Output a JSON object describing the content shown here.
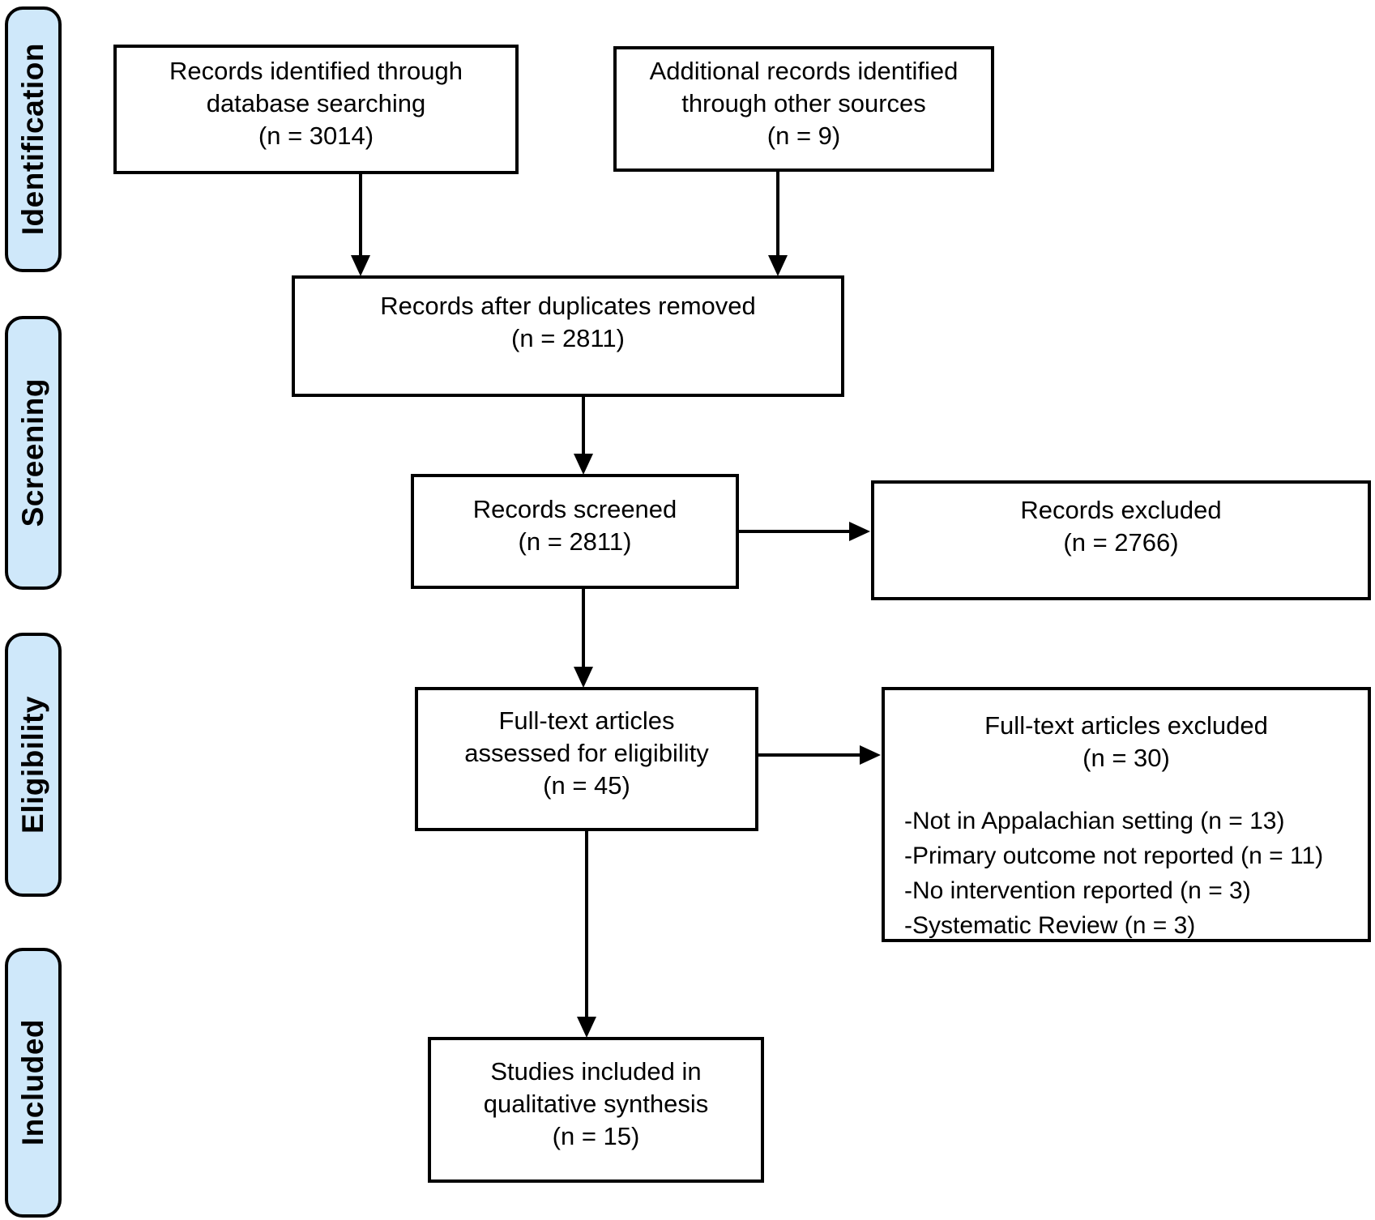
{
  "stages": [
    {
      "id": "identification",
      "label": "Identification"
    },
    {
      "id": "screening",
      "label": "Screening"
    },
    {
      "id": "eligibility",
      "label": "Eligibility"
    },
    {
      "id": "included",
      "label": "Included"
    }
  ],
  "boxes": {
    "identified_db": "Records identified through\ndatabase searching\n(n = 3014)",
    "identified_other": "Additional records identified\nthrough other sources\n(n = 9)",
    "after_duplicates": "Records after duplicates removed\n(n = 2811)",
    "screened": "Records screened\n(n = 2811)",
    "records_excluded": "Records excluded\n(n = 2766)",
    "full_text_assessed": "Full-text articles\nassessed for eligibility\n(n = 45)",
    "full_text_excluded_title": "Full-text articles excluded\n(n = 30)",
    "full_text_excluded_reasons": [
      "-Not in Appalachian setting (n = 13)",
      "-Primary outcome not reported (n = 11)",
      "-No intervention reported (n = 3)",
      "-Systematic Review (n = 3)"
    ],
    "included_qualitative": "Studies included in\nqualitative synthesis\n(n = 15)"
  },
  "counts": {
    "identified_db": 3014,
    "identified_other": 9,
    "after_duplicates": 2811,
    "screened": 2811,
    "records_excluded": 2766,
    "full_text_assessed": 45,
    "full_text_excluded": 30,
    "excluded_not_appalachian": 13,
    "excluded_primary_outcome_not_reported": 11,
    "excluded_no_intervention": 3,
    "excluded_systematic_review": 3,
    "included_qualitative": 15
  },
  "colors": {
    "background": "#ffffff",
    "text": "#000000",
    "stage_fill": "#cfe8fa",
    "stage_border": "#000000",
    "box_border": "#000000",
    "arrow": "#000000"
  }
}
